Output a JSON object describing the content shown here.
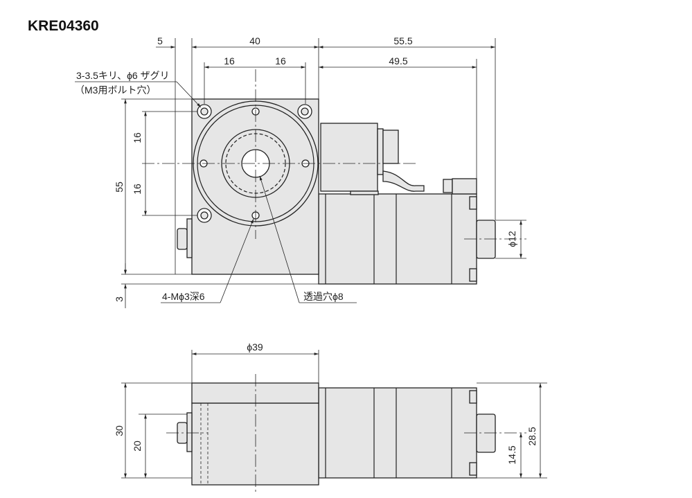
{
  "title": "KRE04360",
  "top_view": {
    "dims": {
      "d5": "5",
      "d40": "40",
      "d55_5": "55.5",
      "d16a": "16",
      "d16b": "16",
      "d49_5": "49.5",
      "v16a": "16",
      "v16b": "16",
      "v55": "55",
      "v3": "3",
      "phi12": "ϕ12"
    },
    "callouts": {
      "holes_line1": "3-3.5キリ、ϕ6 ザグリ",
      "holes_line2": "（M3用ボルト穴）",
      "tap": "4-Mϕ3深6",
      "through": "透過穴ϕ8"
    }
  },
  "side_view": {
    "dims": {
      "phi39": "ϕ39",
      "v30": "30",
      "v20": "20",
      "v14_5": "14.5",
      "v28_5": "28.5"
    }
  },
  "colors": {
    "fill": "#e6e6e6",
    "line": "#222222"
  }
}
